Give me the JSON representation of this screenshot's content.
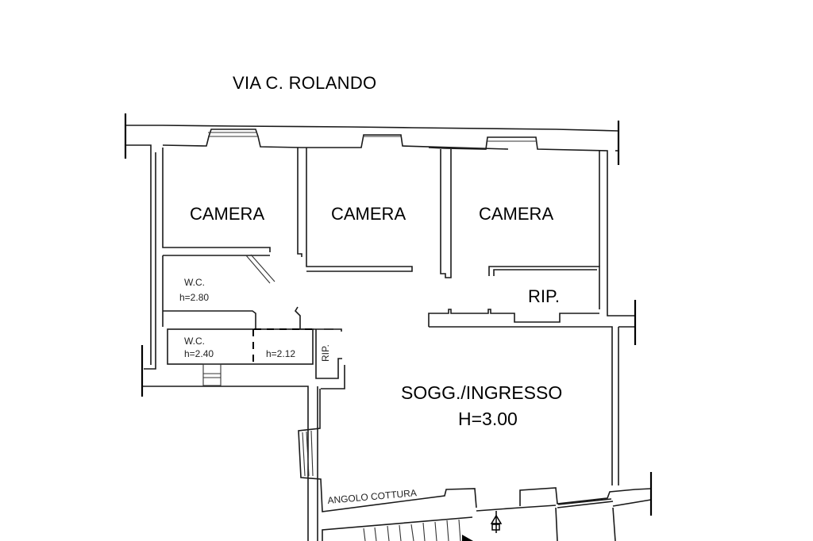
{
  "plan": {
    "street": "VIA C. ROLANDO",
    "rooms": [
      {
        "id": "camera-1",
        "label": "CAMERA"
      },
      {
        "id": "camera-2",
        "label": "CAMERA"
      },
      {
        "id": "camera-3",
        "label": "CAMERA"
      },
      {
        "id": "rip-1",
        "label": "RIP."
      },
      {
        "id": "wc-1",
        "label": "W.C.",
        "height": "h=2.80"
      },
      {
        "id": "wc-2",
        "label": "W.C.",
        "height": "h=2.40"
      },
      {
        "id": "disimpegno",
        "height": "h=2.12"
      },
      {
        "id": "rip-2",
        "label": "RIP."
      },
      {
        "id": "soggiorno",
        "label": "SOGG./INGRESSO",
        "height": "H=3.00"
      },
      {
        "id": "cucina",
        "label": "ANGOLO COTTURA"
      }
    ]
  }
}
